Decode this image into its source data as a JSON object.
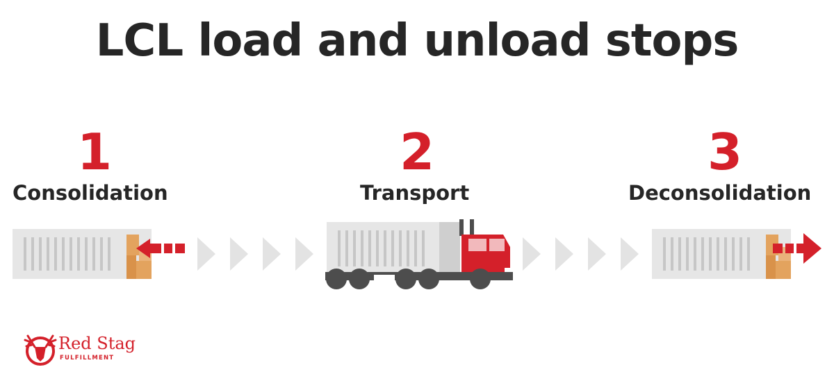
{
  "title": "LCL load and unload stops",
  "steps": [
    {
      "number": "1",
      "label": "Consolidation"
    },
    {
      "number": "2",
      "label": "Transport"
    },
    {
      "number": "3",
      "label": "Deconsolidation"
    }
  ],
  "logo": {
    "name": "Red Stag",
    "subtitle": "FULFILLMENT"
  },
  "colors": {
    "accent": "#d4202a",
    "text": "#262626",
    "container": "#e6e6e6",
    "container_ribs": "#c6c6c6",
    "chevrons": "#e3e3e3",
    "boxes": "#e3a35e",
    "wheels": "#4d4d4d"
  },
  "icons": [
    "stag-head-icon",
    "arrow-left-icon",
    "arrow-right-icon",
    "truck-icon",
    "container-icon",
    "chevron-right-icon"
  ]
}
